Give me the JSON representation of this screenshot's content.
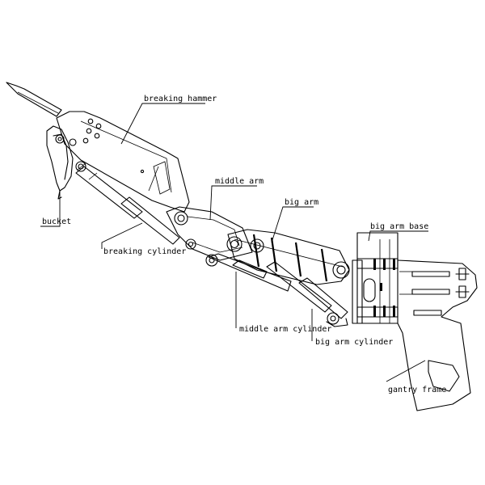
{
  "labels": {
    "breaking_hammer": "breaking hammer",
    "middle_arm": "middle arm",
    "big_arm": "big arm",
    "big_arm_base": "big arm base",
    "bucket": "bucket",
    "breaking_cylinder": "breaking cylinder",
    "middle_arm_cylinder": "middle arm cylinder",
    "big_arm_cylinder": "big arm cylinder",
    "gantry_frame": "gantry frame"
  }
}
